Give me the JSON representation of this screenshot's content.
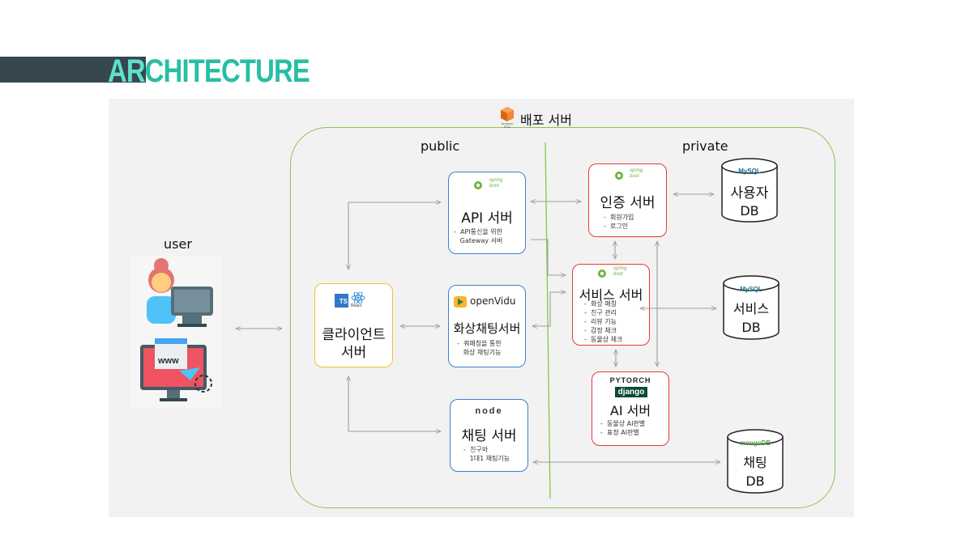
{
  "header": {
    "title_highlight": "AR",
    "title_rest": "CHITECTURE"
  },
  "deploy": {
    "label": "배포 서버",
    "ec2_caption_line1": "Amazon",
    "ec2_caption_line2": "EC2"
  },
  "zones": {
    "public": "public",
    "private": "private"
  },
  "user": {
    "label": "user",
    "www": "www"
  },
  "client": {
    "name_line1": "클라이언트",
    "name_line2": "서버",
    "logo_ts": "TS",
    "logo_react": "React"
  },
  "api": {
    "name": "API 서버",
    "desc": "-  API통신을 위한\n   Gateway 서버",
    "logo_top": "spring",
    "logo_bottom": "boot"
  },
  "video": {
    "name": "화상채팅서버",
    "desc": "-  쿼매칭을 통한\n   화상 채팅기능",
    "logo": "openVidu"
  },
  "chat": {
    "name": "채팅 서버",
    "desc": "-  친구와\n   1대1 채팅기능",
    "logo": "node"
  },
  "auth": {
    "name": "인증 서버",
    "desc": "-  회원가입\n-  로그인",
    "logo_top": "spring",
    "logo_bottom": "boot"
  },
  "service": {
    "name": "서비스 서버",
    "desc": "-  화상 매칭\n-  친구 관리\n-  리뷰 기능\n-  감정 체크\n-  동물상 체크",
    "logo_top": "spring",
    "logo_bottom": "boot"
  },
  "ai": {
    "name": "AI 서버",
    "desc": "-  동물상 AI판별\n-  표정 AI판별",
    "logo_pytorch": "PYTORCH",
    "logo_django": "django"
  },
  "db_user": {
    "line1": "사용자",
    "line2": "DB",
    "logo": "MySQL"
  },
  "db_service": {
    "line1": "서비스",
    "line2": "DB",
    "logo": "MySQL"
  },
  "db_chat": {
    "line1": "채팅",
    "line2": "DB",
    "logo": "mongoDB"
  },
  "colors": {
    "accent": "#26bfa5",
    "deploy_border": "#8bc34a",
    "public_box": "#3d7fd1",
    "private_box": "#e53935",
    "client_box": "#f2c12e",
    "arrow": "#9e9e9e"
  }
}
